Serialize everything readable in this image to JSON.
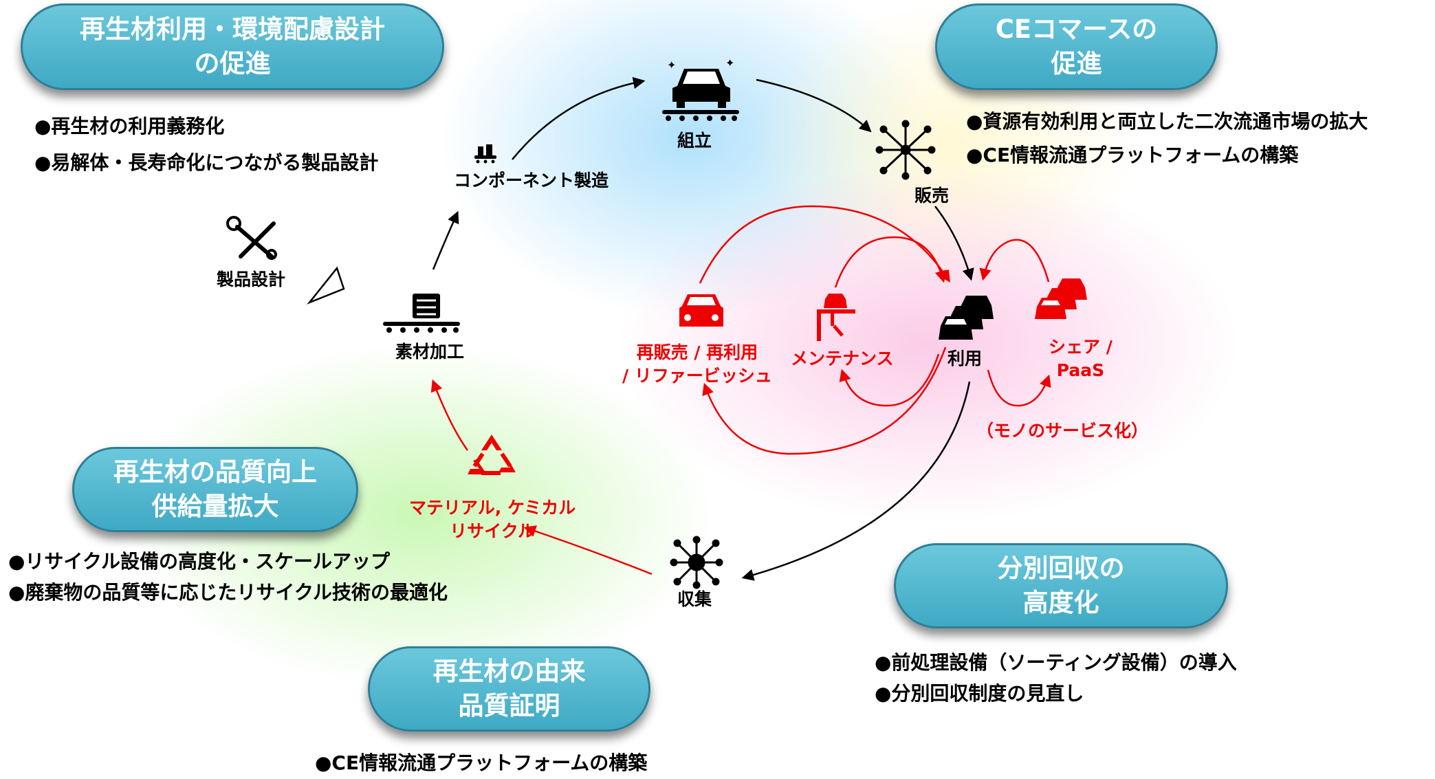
{
  "headings": {
    "top_left": [
      "再生材利用・環境配慮設計",
      "の促進"
    ],
    "top_right": [
      "CEコマースの",
      "促進"
    ],
    "mid_left": [
      "再生材の品質向上",
      "供給量拡大"
    ],
    "bottom_center": [
      "再生材の由来",
      "品質証明"
    ],
    "bottom_right": [
      "分別回収の",
      "高度化"
    ]
  },
  "bullets": {
    "top_left": [
      "●再生材の利用義務化",
      "●易解体・長寿命化につながる製品設計"
    ],
    "top_right": [
      "●資源有効利用と両立した二次流通市場の拡大",
      "●CE情報流通プラットフォームの構築"
    ],
    "mid_left": [
      "●リサイクル設備の高度化・スケールアップ",
      "●廃棄物の品質等に応じたリサイクル技術の最適化"
    ],
    "bottom_right": [
      "●前処理設備（ソーティング設備）の導入",
      "●分別回収制度の見直し"
    ],
    "bottom_center": [
      "●CE情報流通プラットフォームの構築"
    ]
  },
  "nodes": {
    "assembly": "組立",
    "component": "コンポーネント製造",
    "sales": "販売",
    "design": "製品設計",
    "material": "素材加工",
    "resale": [
      "再販売 / 再利用",
      "/ リファービッシュ"
    ],
    "maintenance": "メンテナンス",
    "use": "利用",
    "share": [
      "シェア /",
      "PaaS"
    ],
    "servitization": "（モノのサービス化）",
    "recycle": [
      "マテリアル, ケミカル",
      "リサイクル"
    ],
    "collection": "収集"
  },
  "colors": {
    "pill": "#4fb7cf",
    "red": "#ee0000",
    "black": "#000000"
  }
}
